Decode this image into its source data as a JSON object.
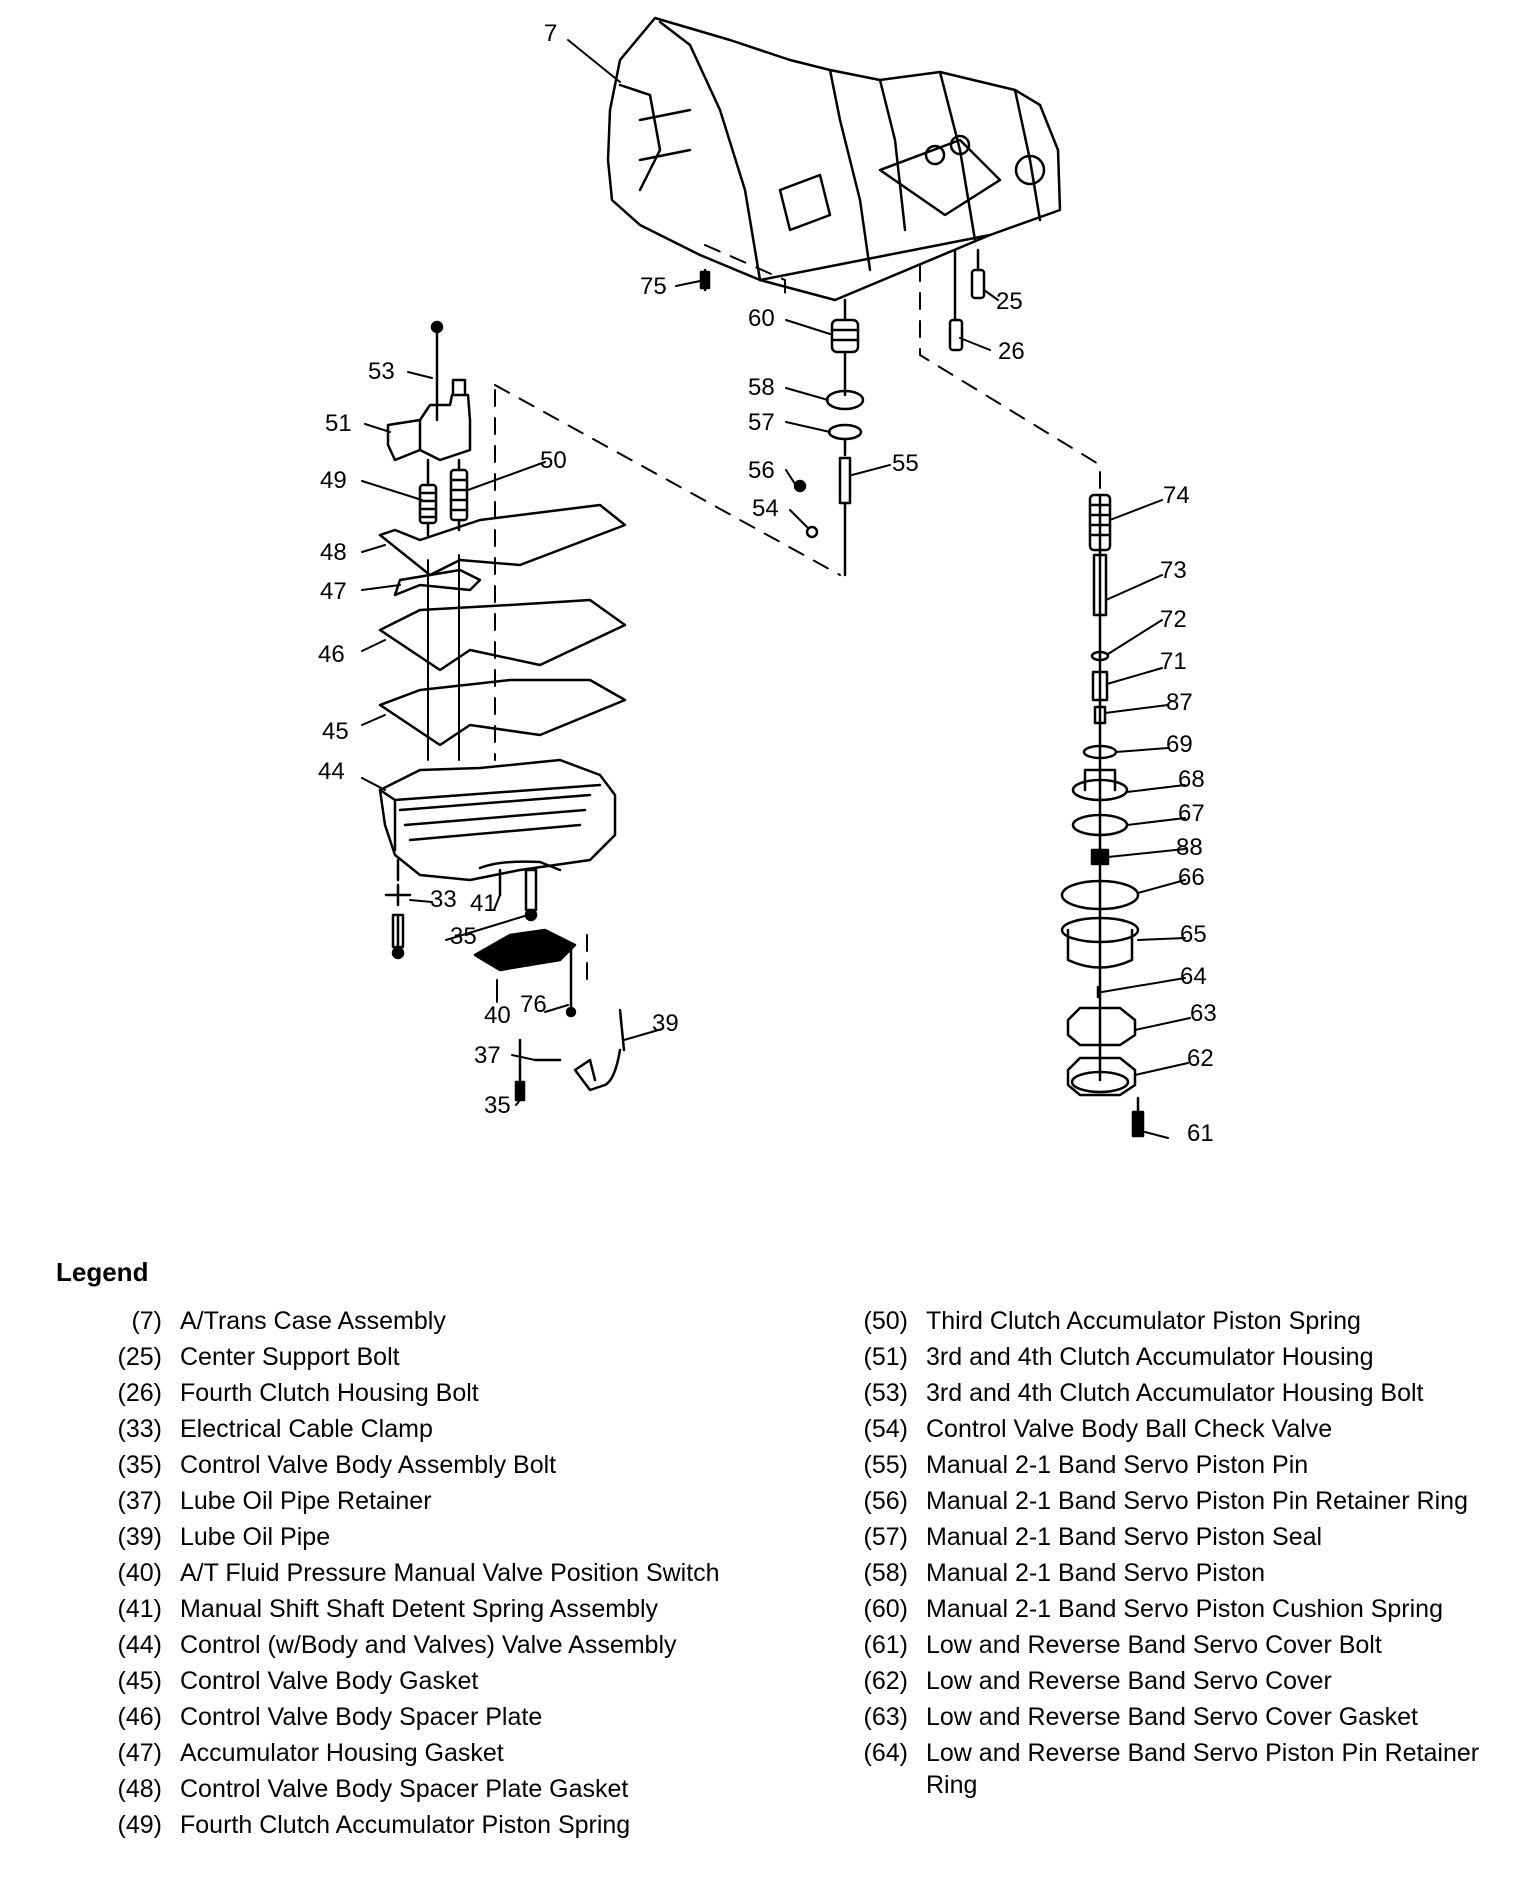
{
  "diagram": {
    "callouts": [
      {
        "id": "7",
        "label": "7"
      },
      {
        "id": "75",
        "label": "75"
      },
      {
        "id": "60",
        "label": "60"
      },
      {
        "id": "25",
        "label": "25"
      },
      {
        "id": "26",
        "label": "26"
      },
      {
        "id": "58",
        "label": "58"
      },
      {
        "id": "57",
        "label": "57"
      },
      {
        "id": "56",
        "label": "56"
      },
      {
        "id": "55",
        "label": "55"
      },
      {
        "id": "54",
        "label": "54"
      },
      {
        "id": "53",
        "label": "53"
      },
      {
        "id": "51",
        "label": "51"
      },
      {
        "id": "50",
        "label": "50"
      },
      {
        "id": "49",
        "label": "49"
      },
      {
        "id": "48",
        "label": "48"
      },
      {
        "id": "47",
        "label": "47"
      },
      {
        "id": "46",
        "label": "46"
      },
      {
        "id": "45",
        "label": "45"
      },
      {
        "id": "44",
        "label": "44"
      },
      {
        "id": "33",
        "label": "33"
      },
      {
        "id": "41",
        "label": "41"
      },
      {
        "id": "35a",
        "label": "35"
      },
      {
        "id": "40",
        "label": "40"
      },
      {
        "id": "76",
        "label": "76"
      },
      {
        "id": "39",
        "label": "39"
      },
      {
        "id": "37",
        "label": "37"
      },
      {
        "id": "35b",
        "label": "35"
      },
      {
        "id": "74",
        "label": "74"
      },
      {
        "id": "73",
        "label": "73"
      },
      {
        "id": "72",
        "label": "72"
      },
      {
        "id": "71",
        "label": "71"
      },
      {
        "id": "87",
        "label": "87"
      },
      {
        "id": "69",
        "label": "69"
      },
      {
        "id": "68",
        "label": "68"
      },
      {
        "id": "67",
        "label": "67"
      },
      {
        "id": "88",
        "label": "88"
      },
      {
        "id": "66",
        "label": "66"
      },
      {
        "id": "65",
        "label": "65"
      },
      {
        "id": "64",
        "label": "64"
      },
      {
        "id": "63",
        "label": "63"
      },
      {
        "id": "62",
        "label": "62"
      },
      {
        "id": "61",
        "label": "61"
      }
    ]
  },
  "legend": {
    "title": "Legend",
    "left": [
      {
        "num": "(7)",
        "text": "A/Trans Case Assembly"
      },
      {
        "num": "(25)",
        "text": "Center Support Bolt"
      },
      {
        "num": "(26)",
        "text": "Fourth Clutch Housing Bolt"
      },
      {
        "num": "(33)",
        "text": "Electrical Cable Clamp"
      },
      {
        "num": "(35)",
        "text": "Control Valve Body Assembly Bolt"
      },
      {
        "num": "(37)",
        "text": "Lube Oil Pipe Retainer"
      },
      {
        "num": "(39)",
        "text": "Lube Oil Pipe"
      },
      {
        "num": "(40)",
        "text": "A/T Fluid Pressure Manual Valve Position Switch"
      },
      {
        "num": "(41)",
        "text": "Manual Shift Shaft Detent Spring Assembly"
      },
      {
        "num": "(44)",
        "text": "Control (w/Body and Valves) Valve Assembly"
      },
      {
        "num": "(45)",
        "text": "Control Valve Body Gasket"
      },
      {
        "num": "(46)",
        "text": "Control Valve Body Spacer Plate"
      },
      {
        "num": "(47)",
        "text": "Accumulator Housing Gasket"
      },
      {
        "num": "(48)",
        "text": "Control Valve Body Spacer Plate Gasket"
      },
      {
        "num": "(49)",
        "text": "Fourth Clutch Accumulator Piston Spring"
      }
    ],
    "right": [
      {
        "num": "(50)",
        "text": "Third Clutch Accumulator Piston Spring"
      },
      {
        "num": "(51)",
        "text": "3rd and 4th Clutch Accumulator Housing"
      },
      {
        "num": "(53)",
        "text": "3rd and 4th Clutch Accumulator Housing Bolt"
      },
      {
        "num": "(54)",
        "text": "Control Valve Body Ball Check Valve"
      },
      {
        "num": "(55)",
        "text": "Manual 2-1 Band Servo Piston Pin"
      },
      {
        "num": "(56)",
        "text": "Manual 2-1 Band Servo Piston Pin Retainer Ring"
      },
      {
        "num": "(57)",
        "text": "Manual 2-1 Band Servo Piston Seal"
      },
      {
        "num": "(58)",
        "text": "Manual 2-1 Band Servo Piston"
      },
      {
        "num": "(60)",
        "text": "Manual 2-1 Band Servo Piston Cushion Spring"
      },
      {
        "num": "(61)",
        "text": "Low and Reverse Band Servo Cover Bolt"
      },
      {
        "num": "(62)",
        "text": "Low and Reverse Band Servo Cover"
      },
      {
        "num": "(63)",
        "text": "Low and Reverse Band Servo Cover Gasket"
      },
      {
        "num": "(64)",
        "text": "Low and Reverse Band Servo Piston Pin Retainer Ring"
      }
    ]
  }
}
